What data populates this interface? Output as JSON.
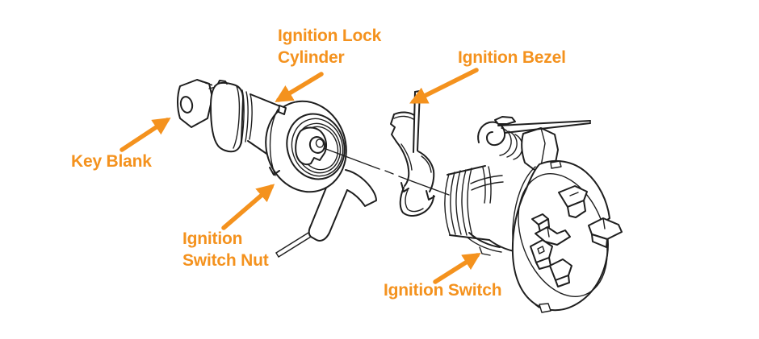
{
  "diagram": {
    "kind": "exploded-parts-line-drawing",
    "labels": {
      "lock_cylinder": "Ignition Lock\nCylinder",
      "bezel": "Ignition Bezel",
      "key_blank": "Key Blank",
      "switch_nut": "Ignition\nSwitch Nut",
      "ignition_switch": "Ignition Switch"
    }
  },
  "colors": {
    "accent": "#F4921E",
    "line_art": "#1E1E1E",
    "background": "#FFFFFF"
  }
}
